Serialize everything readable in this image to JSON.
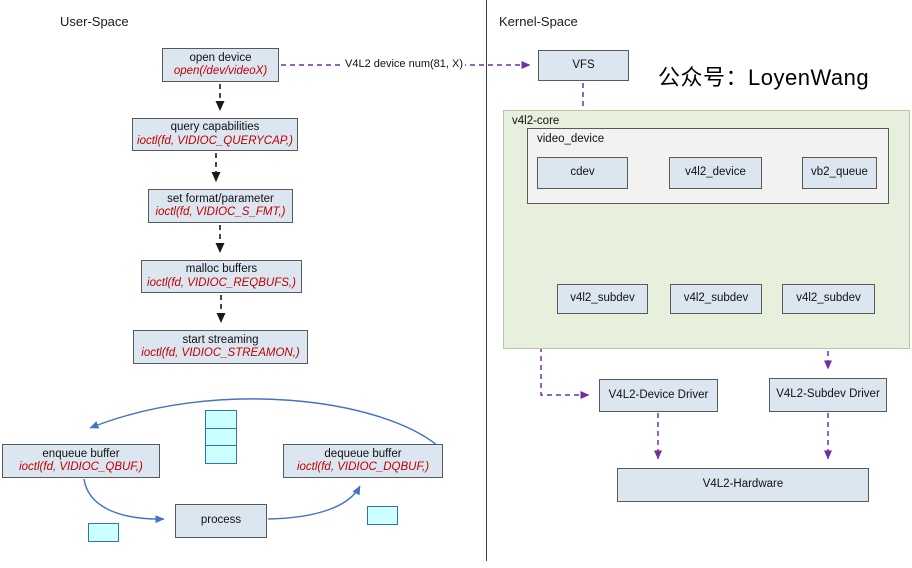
{
  "labels": {
    "user_space": "User-Space",
    "kernel_space": "Kernel-Space"
  },
  "flow_arrow_label": "V4L2 device num(81, X)",
  "watermark": "公众号：LoyenWang",
  "user_space": {
    "steps": [
      {
        "title": "open device",
        "code": "open(/dev/videoX)"
      },
      {
        "title": "query capabilities",
        "code": "ioctl(fd, VIDIOC_QUERYCAP,)"
      },
      {
        "title": "set format/parameter",
        "code": "ioctl(fd, VIDIOC_S_FMT,)"
      },
      {
        "title": "malloc buffers",
        "code": "ioctl(fd, VIDIOC_REQBUFS,)"
      },
      {
        "title": "start streaming",
        "code": "ioctl(fd, VIDIOC_STREAMON,)"
      }
    ],
    "loop": {
      "enqueue": {
        "title": "enqueue buffer",
        "code": "ioctl(fd, VIDIOC_QBUF,)"
      },
      "dequeue": {
        "title": "dequeue buffer",
        "code": "ioctl(fd, VIDIOC_DQBUF,)"
      },
      "process_label": "process"
    }
  },
  "kernel_space": {
    "vfs": "VFS",
    "v4l2_core_label": "v4l2-core",
    "video_device_label": "video_device",
    "cdev": "cdev",
    "v4l2_device": "v4l2_device",
    "vb2_queue": "vb2_queue",
    "subdevs": [
      "v4l2_subdev",
      "v4l2_subdev",
      "v4l2_subdev"
    ],
    "device_driver": "V4L2-Device Driver",
    "subdev_driver": "V4L2-Subdev Driver",
    "hardware": "V4L2-Hardware"
  },
  "colors": {
    "node_fill": "#dce6f1",
    "node_border": "#595959",
    "code_text": "#c00000",
    "purple_arrow": "#7030a0",
    "blue_curve": "#4472c4",
    "buffer_fill": "#ccffff",
    "buffer_border": "#2e75b6",
    "core_green": "#e6f0dc",
    "video_device_gray": "#f2f2f2",
    "black_arrow": "#1a1a1a"
  }
}
